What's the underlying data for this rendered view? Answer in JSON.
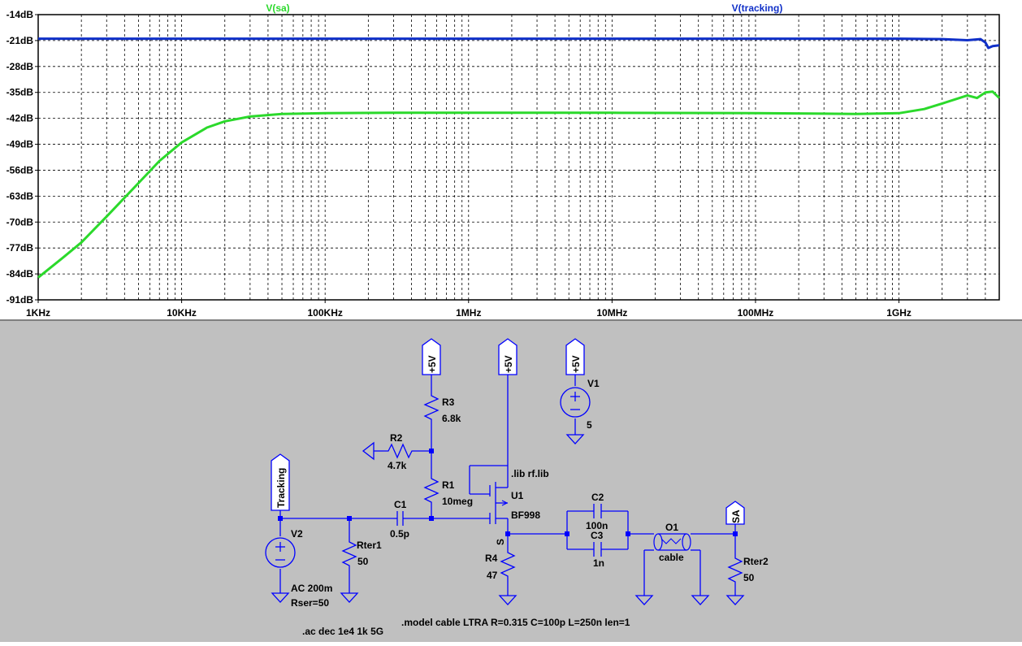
{
  "colors": {
    "trace_sa": "#2bd92b",
    "trace_tracking": "#1030c8",
    "grid": "#000000",
    "schematic_bg": "#c0c0c0",
    "wire": "#0000ff",
    "label": "#000000",
    "net_flag_fill": "#ffffff"
  },
  "chart_data": {
    "type": "line",
    "x_scale": "log",
    "xlim_hz": [
      1000,
      5000000000
    ],
    "ylim_db": [
      -91,
      -14
    ],
    "grid": true,
    "x_ticks": [
      {
        "value": 1000,
        "label": "1KHz"
      },
      {
        "value": 10000,
        "label": "10KHz"
      },
      {
        "value": 100000,
        "label": "100KHz"
      },
      {
        "value": 1000000,
        "label": "1MHz"
      },
      {
        "value": 10000000,
        "label": "10MHz"
      },
      {
        "value": 100000000,
        "label": "100MHz"
      },
      {
        "value": 1000000000,
        "label": "1GHz"
      }
    ],
    "y_ticks": [
      {
        "value": -14,
        "label": "-14dB"
      },
      {
        "value": -21,
        "label": "-21dB"
      },
      {
        "value": -28,
        "label": "-28dB"
      },
      {
        "value": -35,
        "label": "-35dB"
      },
      {
        "value": -42,
        "label": "-42dB"
      },
      {
        "value": -49,
        "label": "-49dB"
      },
      {
        "value": -56,
        "label": "-56dB"
      },
      {
        "value": -63,
        "label": "-63dB"
      },
      {
        "value": -70,
        "label": "-70dB"
      },
      {
        "value": -77,
        "label": "-77dB"
      },
      {
        "value": -84,
        "label": "-84dB"
      },
      {
        "value": -91,
        "label": "-91dB"
      }
    ],
    "series": [
      {
        "name": "V(sa)",
        "color": "#2bd92b",
        "x": [
          1000,
          1500,
          2000,
          3000,
          5000,
          7000,
          10000,
          15000,
          20000,
          30000,
          50000,
          100000,
          300000,
          1000000,
          10000000,
          100000000,
          500000000,
          1000000000,
          1500000000,
          2000000000,
          3000000000,
          3500000000,
          4000000000,
          4500000000,
          5000000000
        ],
        "y": [
          -85.0,
          -79.5,
          -75.5,
          -68.5,
          -59.5,
          -53.5,
          -48.5,
          -44.5,
          -42.8,
          -41.5,
          -40.8,
          -40.6,
          -40.5,
          -40.5,
          -40.5,
          -40.6,
          -40.8,
          -40.6,
          -39.5,
          -38.0,
          -35.8,
          -36.5,
          -35.0,
          -34.8,
          -36.5
        ]
      },
      {
        "name": "V(tracking)",
        "color": "#1030c8",
        "x": [
          1000,
          10000,
          100000,
          1000000,
          10000000,
          100000000,
          1000000000,
          2000000000,
          3000000000,
          3700000000,
          4000000000,
          4200000000,
          4500000000,
          5000000000
        ],
        "y": [
          -20.5,
          -20.5,
          -20.5,
          -20.5,
          -20.5,
          -20.5,
          -20.5,
          -20.6,
          -20.9,
          -20.6,
          -21.5,
          -23.0,
          -22.5,
          -22.3
        ]
      }
    ]
  },
  "schematic": {
    "components": {
      "R3": {
        "ref": "R3",
        "value": "6.8k"
      },
      "R2": {
        "ref": "R2",
        "value": "4.7k"
      },
      "R1": {
        "ref": "R1",
        "value": "10meg"
      },
      "C1": {
        "ref": "C1",
        "value": "0.5p"
      },
      "Rter1": {
        "ref": "Rter1",
        "value": "50"
      },
      "V2": {
        "ref": "V2",
        "value_line1": "AC 200m",
        "value_line2": "Rser=50"
      },
      "U1": {
        "ref": "U1",
        "value": "BF998"
      },
      "R4": {
        "ref": "R4",
        "value": "47"
      },
      "V1": {
        "ref": "V1",
        "value": "5"
      },
      "C2": {
        "ref": "C2",
        "value": "100n"
      },
      "C3": {
        "ref": "C3",
        "value": "1n"
      },
      "O1": {
        "ref": "O1",
        "value": "cable"
      },
      "Rter2": {
        "ref": "Rter2",
        "value": "50"
      }
    },
    "net_flags": {
      "vcc_r3": "+5V",
      "vcc_drain": "+5V",
      "vcc_v1": "+5V",
      "tracking": "Tracking",
      "sa": "SA"
    },
    "pin_label_source": "S",
    "directives": {
      "lib": ".lib rf.lib",
      "model": ".model cable LTRA R=0.315 C=100p L=250n len=1",
      "analysis": ".ac dec 1e4 1k 5G"
    }
  }
}
